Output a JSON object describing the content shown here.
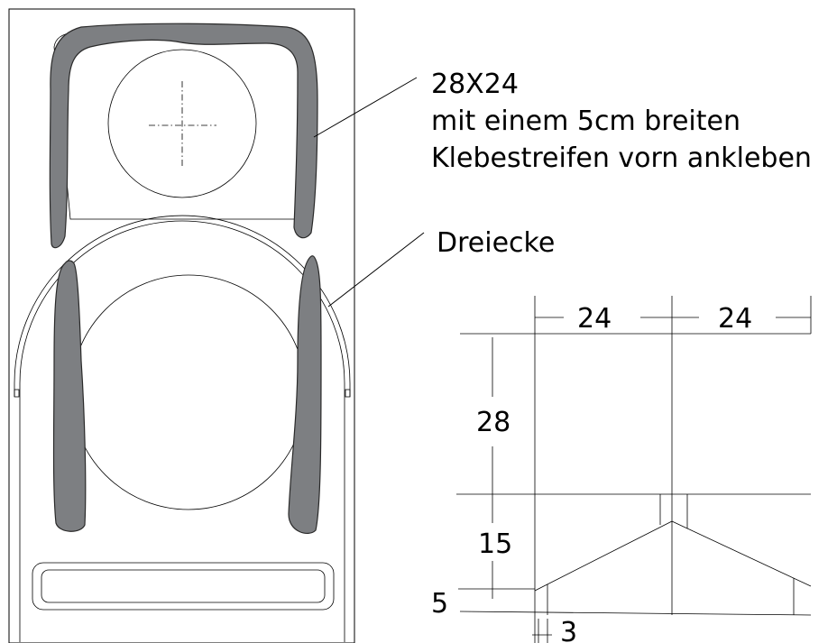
{
  "annotations": {
    "top_strip_size": "28X24",
    "top_strip_line2": "mit einem 5cm breiten",
    "top_strip_line3": "Klebestreifen vorn ankleben",
    "side_parts": "Dreiecke"
  },
  "dimensions": {
    "width_left": "24",
    "width_right": "24",
    "height_upper": "28",
    "height_lower": "15",
    "offset_small": "5",
    "margin_small": "3"
  },
  "colors": {
    "strip_fill": "#7d7f82",
    "line": "#000000",
    "background": "#ffffff"
  }
}
